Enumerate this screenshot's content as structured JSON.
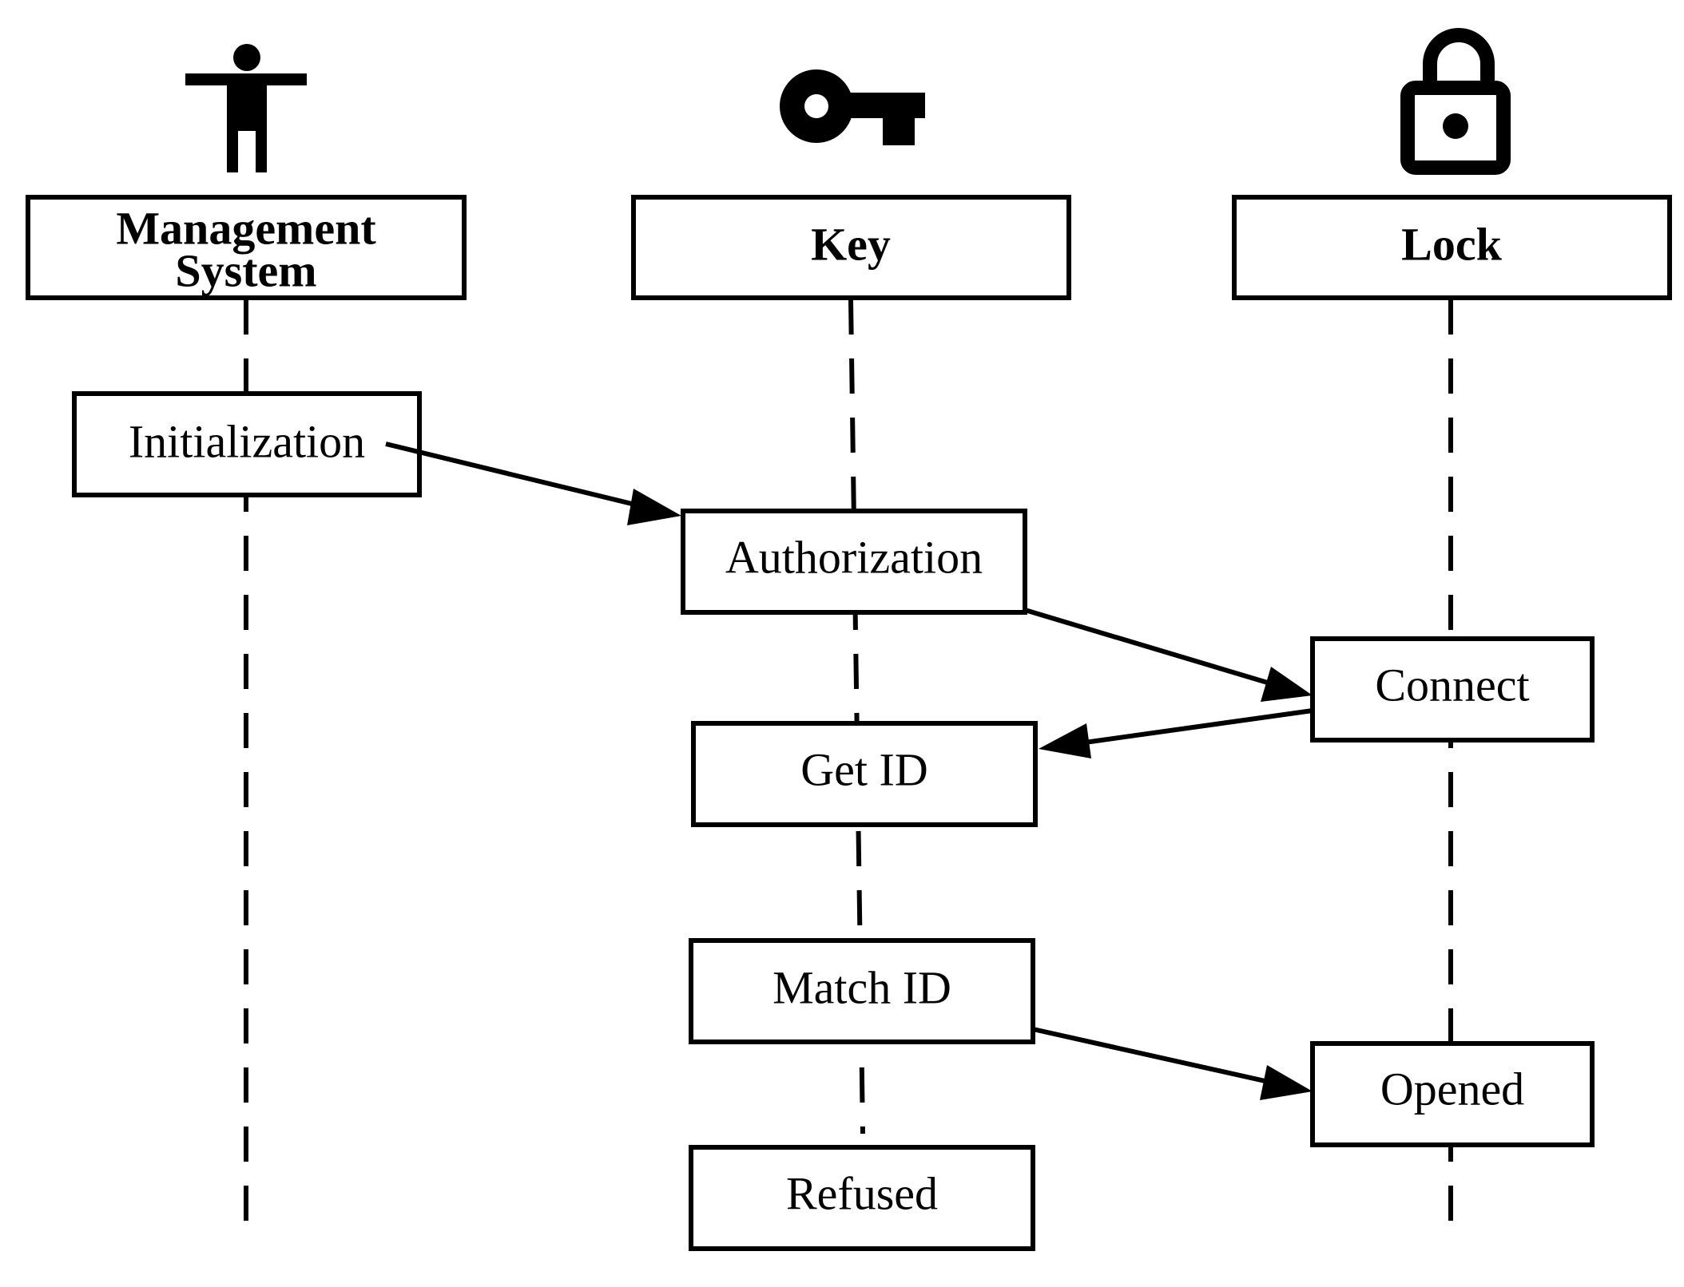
{
  "participants": [
    {
      "id": "management",
      "label_lines": [
        "Management",
        "System"
      ],
      "icon": "person-icon"
    },
    {
      "id": "key",
      "label_lines": [
        "Key"
      ],
      "icon": "key-icon"
    },
    {
      "id": "lock",
      "label_lines": [
        "Lock"
      ],
      "icon": "padlock-icon"
    }
  ],
  "steps": {
    "initialization": "Initialization",
    "authorization": "Authorization",
    "connect": "Connect",
    "get_id": "Get ID",
    "match_id": "Match ID",
    "opened": "Opened",
    "refused": "Refused"
  },
  "messages": [
    {
      "from": "initialization",
      "to": "authorization"
    },
    {
      "from": "authorization",
      "to": "connect"
    },
    {
      "from": "connect",
      "to": "get_id"
    },
    {
      "from": "match_id",
      "to": "opened"
    }
  ]
}
